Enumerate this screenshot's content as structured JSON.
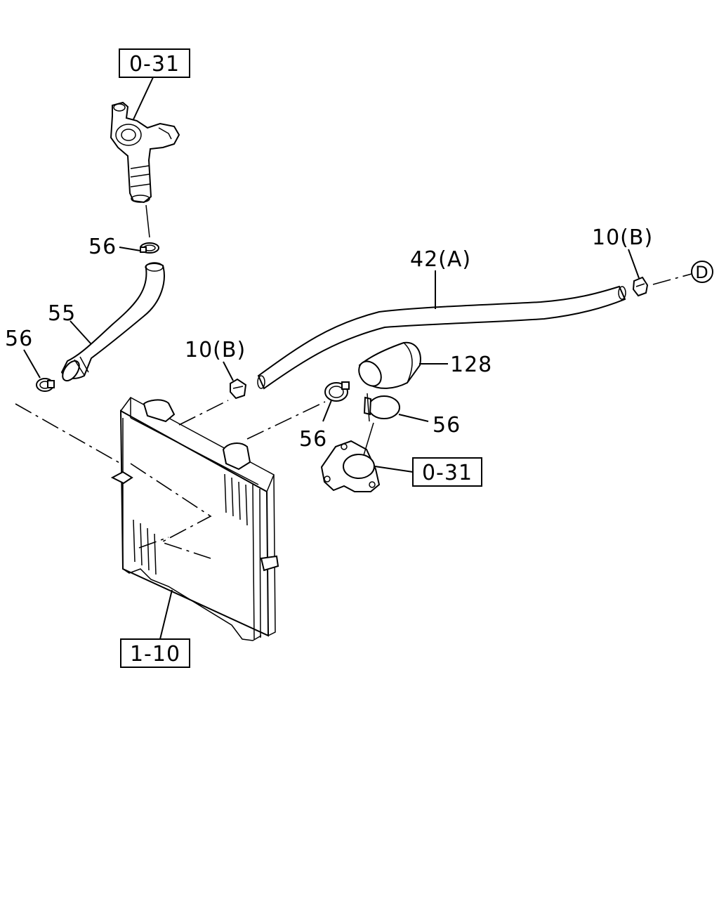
{
  "labels": {
    "ref_0_31_top": "0-31",
    "clamp_56_top": "56",
    "hose_55": "55",
    "clamp_56_left": "56",
    "pipe_42a": "42(A)",
    "clip_10b_right": "10(B)",
    "connector_d": "D",
    "clip_10b_mid": "10(B)",
    "hose_128": "128",
    "clamp_56_right": "56",
    "clamp_56_mid": "56",
    "ref_0_31_lower": "0-31",
    "ref_1_10": "1-10"
  }
}
